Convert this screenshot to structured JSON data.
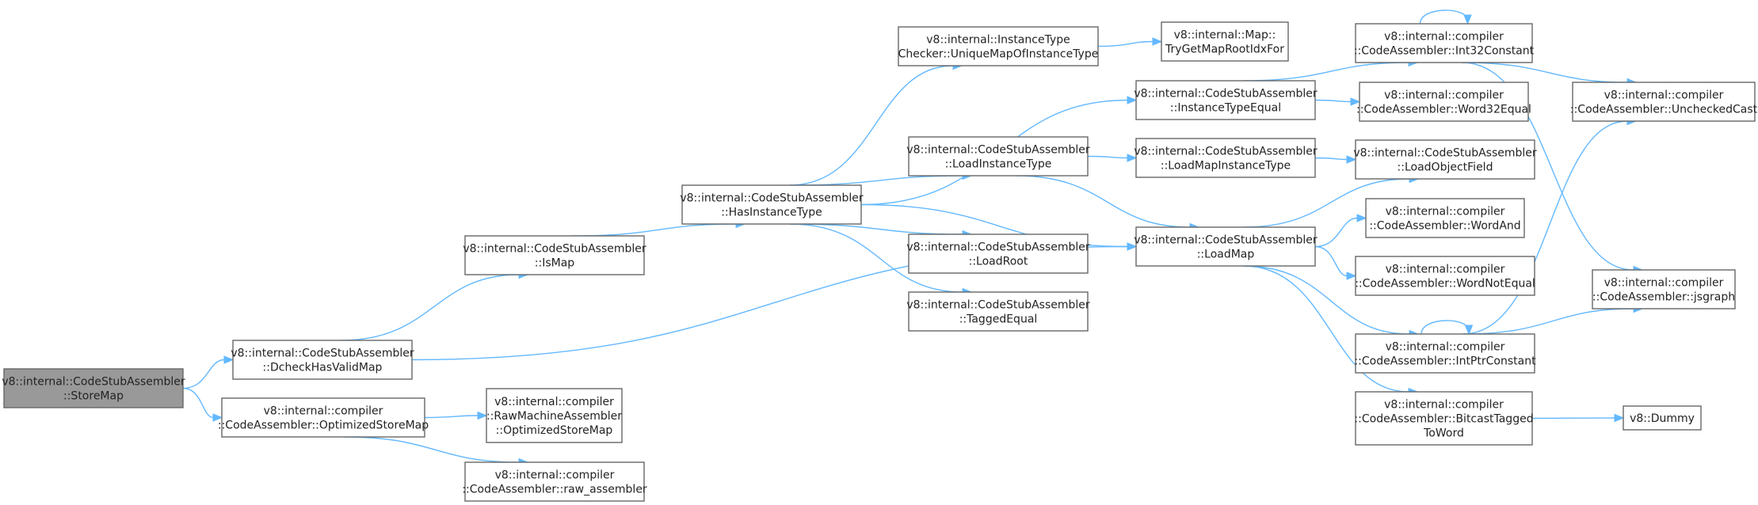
{
  "graph": {
    "nodes": [
      {
        "id": "storemap",
        "lines": [
          "v8::internal::CodeStubAssembler",
          "::StoreMap"
        ],
        "root": true
      },
      {
        "id": "dcheck",
        "lines": [
          "v8::internal::CodeStubAssembler",
          "::DcheckHasValidMap"
        ]
      },
      {
        "id": "optstore",
        "lines": [
          "v8::internal::compiler",
          "::CodeAssembler::OptimizedStoreMap"
        ]
      },
      {
        "id": "ismap",
        "lines": [
          "v8::internal::CodeStubAssembler",
          "::IsMap"
        ]
      },
      {
        "id": "rawopt",
        "lines": [
          "v8::internal::compiler",
          "::RawMachineAssembler",
          "::OptimizedStoreMap"
        ]
      },
      {
        "id": "rawasm",
        "lines": [
          "v8::internal::compiler",
          "::CodeAssembler::raw_assembler"
        ]
      },
      {
        "id": "hasinst",
        "lines": [
          "v8::internal::CodeStubAssembler",
          "::HasInstanceType"
        ]
      },
      {
        "id": "instchk",
        "lines": [
          "v8::internal::InstanceType",
          "Checker::UniqueMapOfInstanceType"
        ]
      },
      {
        "id": "loadinst",
        "lines": [
          "v8::internal::CodeStubAssembler",
          "::LoadInstanceType"
        ]
      },
      {
        "id": "loadroot",
        "lines": [
          "v8::internal::CodeStubAssembler",
          "::LoadRoot"
        ]
      },
      {
        "id": "taggedeq",
        "lines": [
          "v8::internal::CodeStubAssembler",
          "::TaggedEqual"
        ]
      },
      {
        "id": "trygetmap",
        "lines": [
          "v8::internal::Map::",
          "TryGetMapRootIdxFor"
        ]
      },
      {
        "id": "insteq",
        "lines": [
          "v8::internal::CodeStubAssembler",
          "::InstanceTypeEqual"
        ]
      },
      {
        "id": "loadmapinst",
        "lines": [
          "v8::internal::CodeStubAssembler",
          "::LoadMapInstanceType"
        ]
      },
      {
        "id": "loadmap",
        "lines": [
          "v8::internal::CodeStubAssembler",
          "::LoadMap"
        ]
      },
      {
        "id": "int32c",
        "lines": [
          "v8::internal::compiler",
          "::CodeAssembler::Int32Constant"
        ]
      },
      {
        "id": "word32eq",
        "lines": [
          "v8::internal::compiler",
          "::CodeAssembler::Word32Equal"
        ]
      },
      {
        "id": "loadobjf",
        "lines": [
          "v8::internal::CodeStubAssembler",
          "::LoadObjectField"
        ]
      },
      {
        "id": "wordand",
        "lines": [
          "v8::internal::compiler",
          "::CodeAssembler::WordAnd"
        ]
      },
      {
        "id": "wordneq",
        "lines": [
          "v8::internal::compiler",
          "::CodeAssembler::WordNotEqual"
        ]
      },
      {
        "id": "intptrc",
        "lines": [
          "v8::internal::compiler",
          "::CodeAssembler::IntPtrConstant"
        ]
      },
      {
        "id": "bitcast",
        "lines": [
          "v8::internal::compiler",
          "::CodeAssembler::BitcastTagged",
          "ToWord"
        ]
      },
      {
        "id": "unchecked",
        "lines": [
          "v8::internal::compiler",
          "::CodeAssembler::UncheckedCast"
        ]
      },
      {
        "id": "jsgraph",
        "lines": [
          "v8::internal::compiler",
          "::CodeAssembler::jsgraph"
        ]
      },
      {
        "id": "dummy",
        "lines": [
          "v8::Dummy"
        ]
      }
    ],
    "edges": [
      [
        "storemap",
        "dcheck"
      ],
      [
        "storemap",
        "optstore"
      ],
      [
        "dcheck",
        "ismap"
      ],
      [
        "dcheck",
        "loadmap"
      ],
      [
        "optstore",
        "rawopt"
      ],
      [
        "optstore",
        "rawasm"
      ],
      [
        "ismap",
        "hasinst"
      ],
      [
        "hasinst",
        "instchk"
      ],
      [
        "hasinst",
        "insteq"
      ],
      [
        "hasinst",
        "loadinst"
      ],
      [
        "hasinst",
        "loadmap"
      ],
      [
        "hasinst",
        "loadroot"
      ],
      [
        "hasinst",
        "taggedeq"
      ],
      [
        "instchk",
        "trygetmap"
      ],
      [
        "insteq",
        "int32c"
      ],
      [
        "insteq",
        "word32eq"
      ],
      [
        "loadinst",
        "loadmapinst"
      ],
      [
        "loadinst",
        "loadmap"
      ],
      [
        "loadmapinst",
        "loadobjf"
      ],
      [
        "loadmap",
        "loadobjf"
      ],
      [
        "loadmap",
        "wordand"
      ],
      [
        "loadmap",
        "wordneq"
      ],
      [
        "loadmap",
        "intptrc"
      ],
      [
        "loadmap",
        "bitcast"
      ],
      [
        "int32c",
        "int32c"
      ],
      [
        "int32c",
        "unchecked"
      ],
      [
        "int32c",
        "jsgraph"
      ],
      [
        "intptrc",
        "intptrc"
      ],
      [
        "intptrc",
        "unchecked"
      ],
      [
        "intptrc",
        "jsgraph"
      ],
      [
        "bitcast",
        "dummy"
      ]
    ]
  }
}
